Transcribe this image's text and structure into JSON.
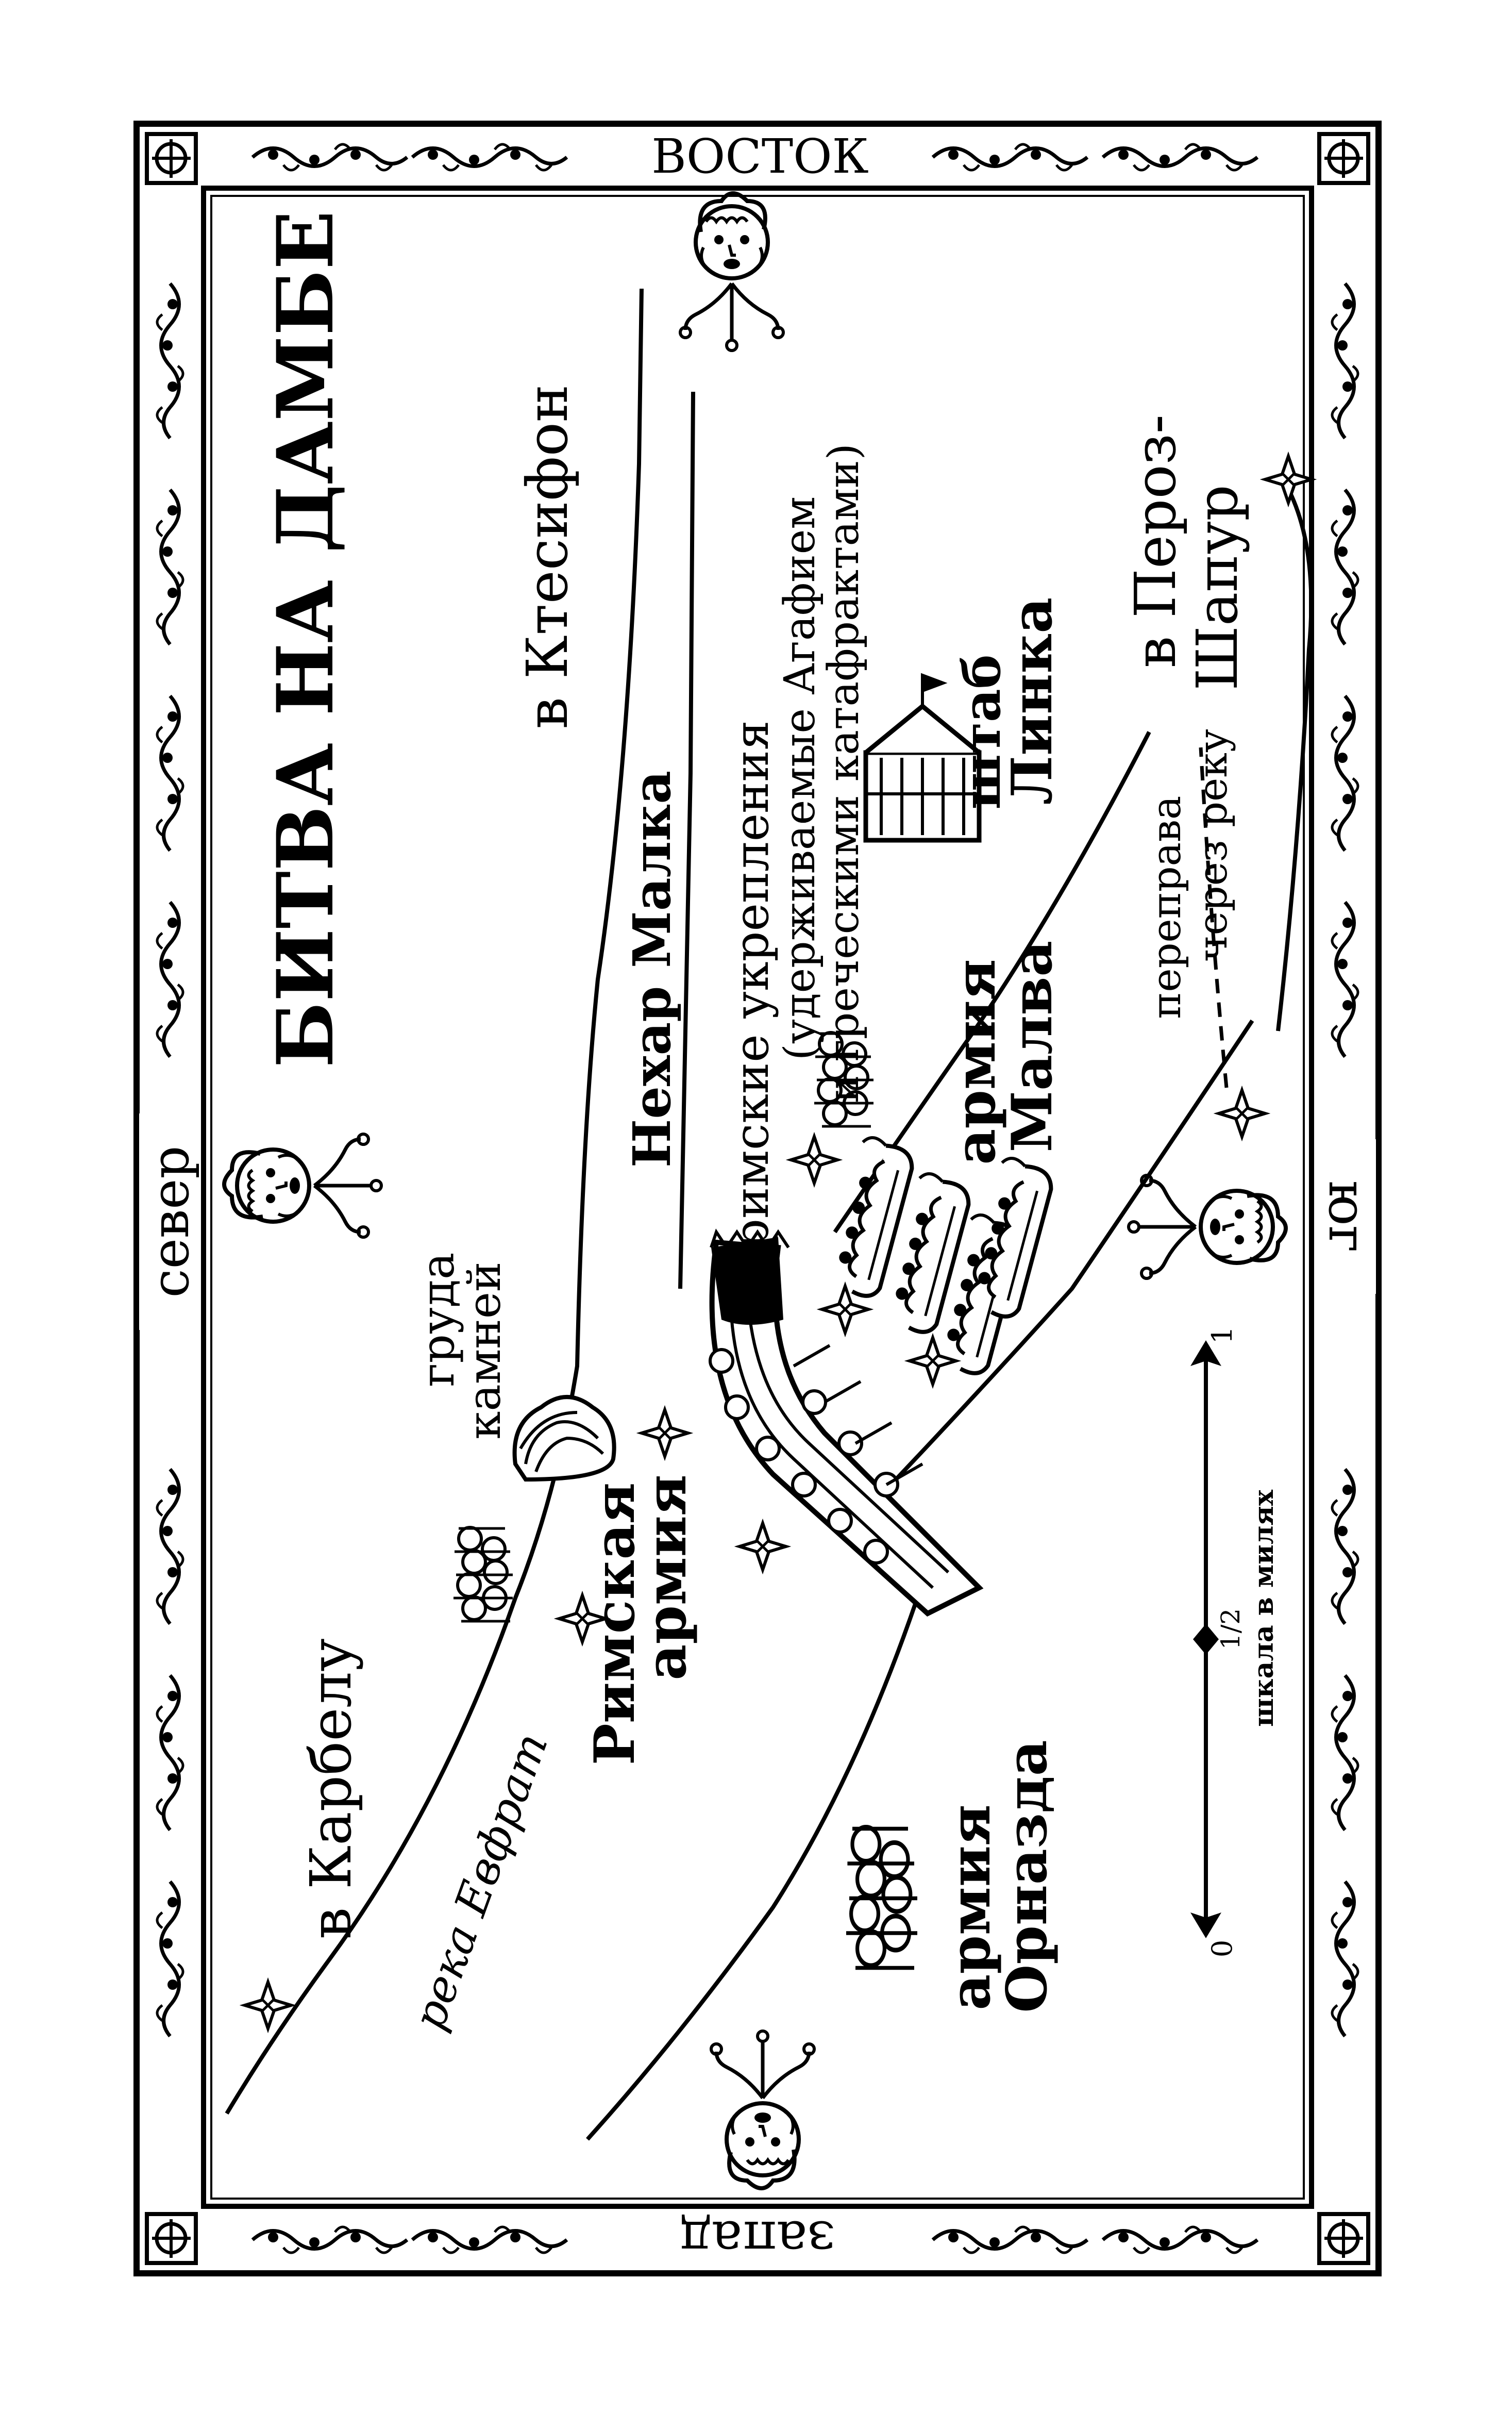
{
  "title": "БИТВА НА ДАМБЕ",
  "compass": {
    "east": "ВОСТОК",
    "north": "север",
    "south": "юг",
    "west": "запад"
  },
  "labels": {
    "to_ctesiphon": "в Ктесифон",
    "nehar_malka": "Нехар Малка",
    "roman_fortifications": "римские укрепления",
    "held_line1": "(удерживаемые Агафием",
    "held_line2": "и греческими катафрактами)",
    "hq_line1": "штаб",
    "hq_line2": "Линка",
    "to_peroz_line1": "в Пероз-",
    "to_peroz_line2": "Шапур",
    "crossing_line1": "переправа",
    "crossing_line2": "через реку",
    "malva_line1": "армия",
    "malva_line2": "Малва",
    "stones_line1": "груда",
    "stones_line2": "камней",
    "roman_army_line1": "Римская",
    "roman_army_line2": "армия",
    "to_karbela": "в Карбелу",
    "euphrates": "река Евфрат",
    "ornazd_line1": "армия",
    "ornazd_line2": "Орназда"
  },
  "scale": {
    "zero": "0",
    "half": "1/2",
    "one": "1",
    "caption": "шкала в милях"
  },
  "icons": {
    "face": "wind-face-icon",
    "tent": "tent-icon",
    "sword": "sword-icon",
    "troops": "troops-icon",
    "ship": "ship-icon",
    "dam": "dam-icon",
    "stones": "stones-icon"
  },
  "colors": {
    "ink": "#000000",
    "paper": "#ffffff"
  }
}
